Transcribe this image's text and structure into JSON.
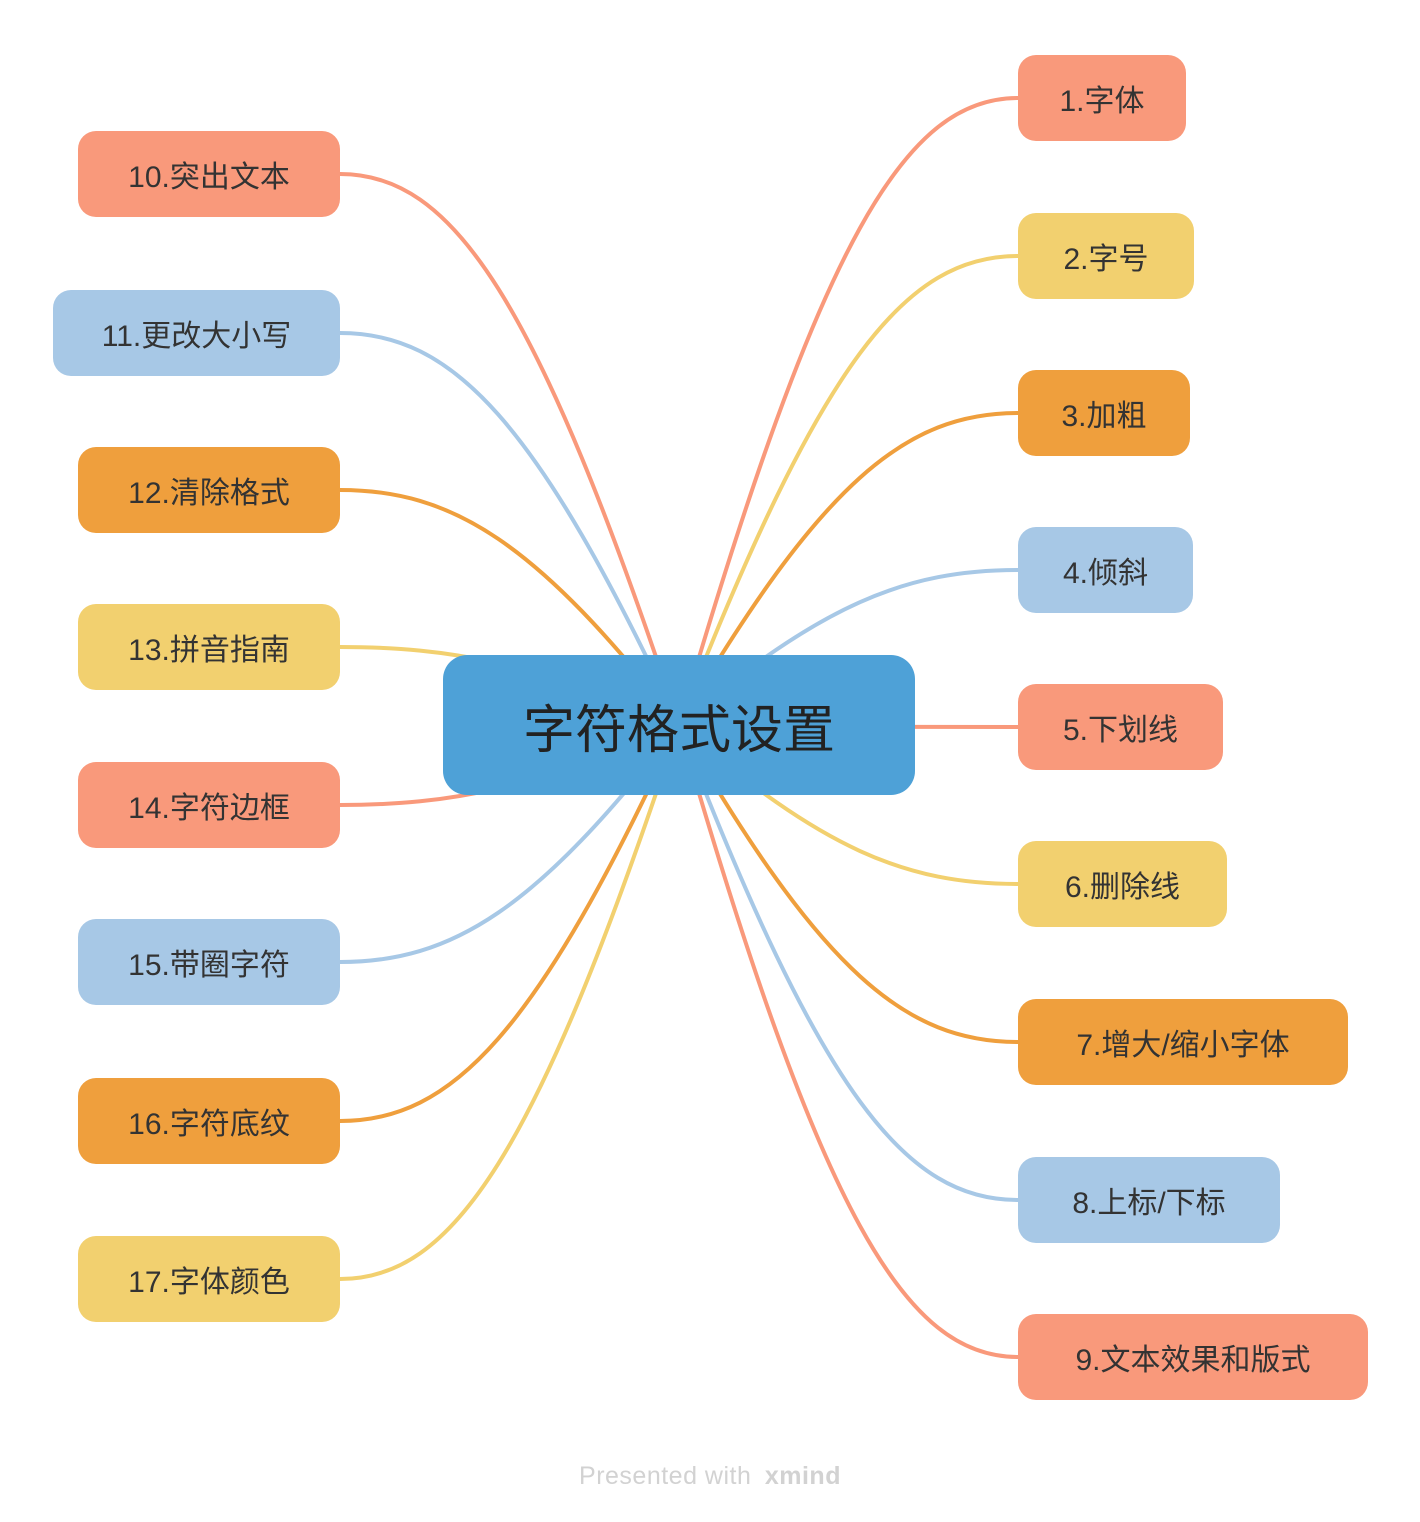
{
  "root": {
    "label": "字符格式设置"
  },
  "children": [
    {
      "num": 1,
      "label": "1.字体",
      "color": "salmon",
      "side": "right"
    },
    {
      "num": 2,
      "label": "2.字号",
      "color": "yellow",
      "side": "right"
    },
    {
      "num": 3,
      "label": "3.加粗",
      "color": "orange",
      "side": "right"
    },
    {
      "num": 4,
      "label": "4.倾斜",
      "color": "blue",
      "side": "right"
    },
    {
      "num": 5,
      "label": "5.下划线",
      "color": "salmon",
      "side": "right"
    },
    {
      "num": 6,
      "label": "6.删除线",
      "color": "yellow",
      "side": "right"
    },
    {
      "num": 7,
      "label": "7.增大/缩小字体",
      "color": "orange",
      "side": "right"
    },
    {
      "num": 8,
      "label": "8.上标/下标",
      "color": "blue",
      "side": "right"
    },
    {
      "num": 9,
      "label": "9.文本效果和版式",
      "color": "salmon",
      "side": "right"
    },
    {
      "num": 10,
      "label": "10.突出文本",
      "color": "salmon",
      "side": "left"
    },
    {
      "num": 11,
      "label": "11.更改大小写",
      "color": "blue",
      "side": "left"
    },
    {
      "num": 12,
      "label": "12.清除格式",
      "color": "orange",
      "side": "left"
    },
    {
      "num": 13,
      "label": "13.拼音指南",
      "color": "yellow",
      "side": "left"
    },
    {
      "num": 14,
      "label": "14.字符边框",
      "color": "salmon",
      "side": "left"
    },
    {
      "num": 15,
      "label": "15.带圈字符",
      "color": "blue",
      "side": "left"
    },
    {
      "num": 16,
      "label": "16.字符底纹",
      "color": "orange",
      "side": "left"
    },
    {
      "num": 17,
      "label": "17.字体颜色",
      "color": "yellow",
      "side": "left"
    }
  ],
  "palette": {
    "salmon": "#F9997B",
    "yellow": "#F2D06F",
    "orange": "#EF9F3D",
    "blue": "#A7C8E6",
    "center_blue": "#4EA1D7",
    "text": "#333333",
    "footer_gray": "#D2D2D2"
  },
  "footer": {
    "prefix": "Presented with",
    "brand": "xmind"
  }
}
